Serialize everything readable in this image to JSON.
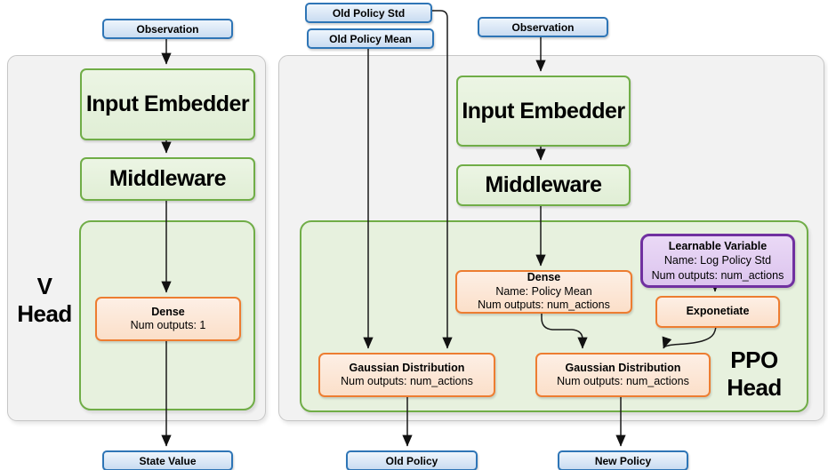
{
  "diagram": {
    "v_head": {
      "label_line1": "V",
      "label_line2": "Head",
      "observation": "Observation",
      "input_embedder": "Input Embedder",
      "middleware": "Middleware",
      "dense_title": "Dense",
      "dense_outputs": "Num outputs: 1",
      "state_value": "State Value"
    },
    "ppo_head": {
      "label_line1": "PPO",
      "label_line2": "Head",
      "old_policy_std": "Old Policy Std",
      "old_policy_mean": "Old Policy Mean",
      "observation": "Observation",
      "input_embedder": "Input Embedder",
      "middleware": "Middleware",
      "dense_title": "Dense",
      "dense_name": "Name: Policy Mean",
      "dense_outputs": "Num outputs: num_actions",
      "learnable_title": "Learnable Variable",
      "learnable_name": "Name: Log Policy Std",
      "learnable_outputs": "Num outputs: num_actions",
      "exponetiate": "Exponetiate",
      "gaussian_old_title": "Gaussian Distribution",
      "gaussian_old_outputs": "Num outputs: num_actions",
      "gaussian_new_title": "Gaussian Distribution",
      "gaussian_new_outputs": "Num outputs: num_actions",
      "old_policy": "Old Policy",
      "new_policy": "New Policy"
    },
    "colors": {
      "blue_border": "#2e75b6",
      "blue_fill": "#cfe0f1",
      "green_border": "#70ad47",
      "green_fill": "#e7f1de",
      "orange_border": "#ed7d31",
      "orange_fill": "#fbe3cf",
      "purple_border": "#7030a0",
      "purple_fill": "#e2cff2",
      "panel_fill": "#f2f2f2",
      "panel_border": "#c6c6c6"
    }
  }
}
